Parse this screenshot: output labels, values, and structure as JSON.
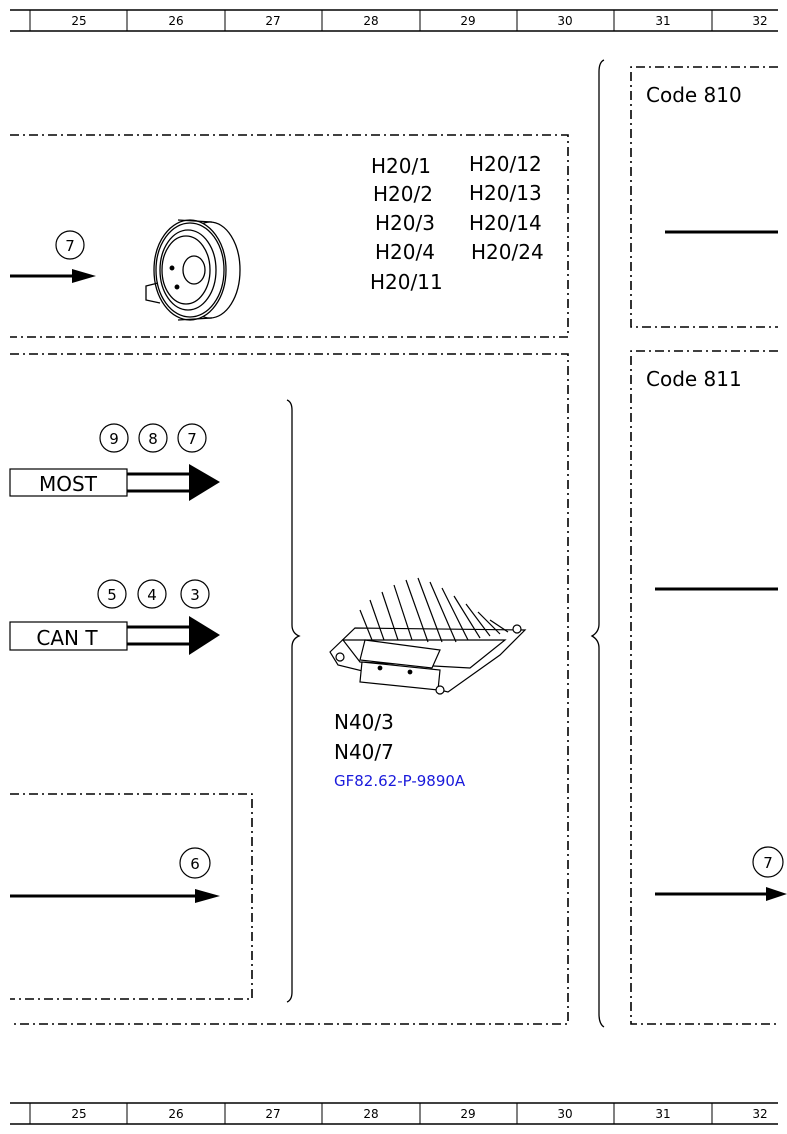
{
  "ruler": {
    "columns": [
      "25",
      "26",
      "27",
      "28",
      "29",
      "30",
      "31",
      "32"
    ]
  },
  "horn_group": {
    "arrow_ref": "7",
    "components": [
      "H20/1",
      "H20/2",
      "H20/3",
      "H20/4",
      "H20/11",
      "H20/12",
      "H20/13",
      "H20/14",
      "H20/24"
    ]
  },
  "control_unit": {
    "most_bus": {
      "label": "MOST",
      "refs": [
        "9",
        "8",
        "7"
      ]
    },
    "can_bus": {
      "label": "CAN T",
      "refs": [
        "5",
        "4",
        "3"
      ]
    },
    "lower_arrow_ref": "6",
    "designations": [
      "N40/3",
      "N40/7"
    ],
    "doc_link": "GF82.62-P-9890A"
  },
  "code_810": {
    "label": "Code 810"
  },
  "code_811": {
    "label": "Code 811",
    "arrow_ref": "7"
  }
}
